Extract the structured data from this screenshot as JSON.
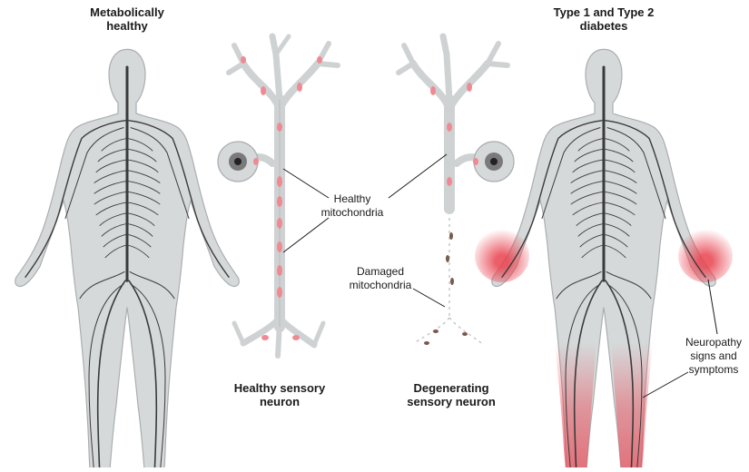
{
  "figure": {
    "left_title": [
      "Metabolically",
      "healthy"
    ],
    "right_title": [
      "Type 1 and Type 2",
      "diabetes"
    ],
    "healthy_neuron_caption": [
      "Healthy sensory",
      "neuron"
    ],
    "degenerating_neuron_caption": [
      "Degenerating",
      "sensory neuron"
    ],
    "healthy_mito_label": [
      "Healthy",
      "mitochondria"
    ],
    "damaged_mito_label": [
      "Damaged",
      "mitochondria"
    ],
    "neuropathy_label": [
      "Neuropathy",
      "signs and",
      "symptoms"
    ]
  },
  "colors": {
    "body_fill": "#d6d9da",
    "body_stroke": "#a9aeb0",
    "nerve": "#3a3a3a",
    "neuron_fill": "#cfd2d3",
    "mitochondria_healthy": "#ef8a93",
    "mitochondria_damaged": "#7a5a4e",
    "symptom_red": "#e8414e",
    "leader_line": "#1a1a1a"
  }
}
